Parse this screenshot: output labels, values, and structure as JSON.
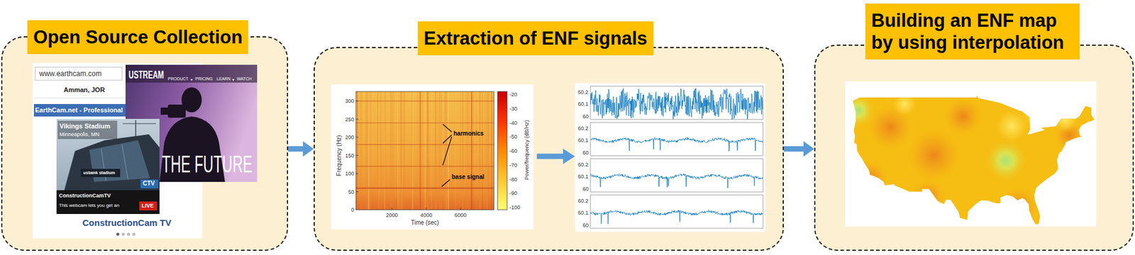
{
  "diagram": {
    "nodes": [
      {
        "text": [
          "Open Source Collection"
        ]
      },
      {
        "text": [
          "Extraction of ENF signals"
        ]
      },
      {
        "text": [
          "Building an ENF map by using interpolation"
        ]
      }
    ],
    "edges": [
      {
        "from": 0,
        "to": 1,
        "arrow": "to"
      },
      {
        "from": 1,
        "to": 2,
        "arrow": "to"
      }
    ],
    "labels": [
      "www.earthcam.com",
      "Amman, JOR",
      "EarthCam.net - Professional",
      "USTREAM",
      "PRODUCT",
      "PRICING",
      "LEARN",
      "WATCH",
      "THE FUTURE",
      "Vikings Stadium",
      "Minneapolis, MN",
      "usbank stadium",
      "CTV",
      "ConstructionCamTV",
      "This webcam lets you get an",
      "LIVE",
      "ConstructionCam TV",
      "300",
      "250",
      "200",
      "150",
      "100",
      "50",
      "0",
      "Frequency (Hz)",
      "2000",
      "4000",
      "6000",
      "Time (sec)",
      "-20",
      "-30",
      "-40",
      "-50",
      "-60",
      "-70",
      "-80",
      "-90",
      "-100",
      "Power/frequency (dB/Hz)",
      "harmonics",
      "base signal",
      "60.2",
      "60.1",
      "60",
      "60.2",
      "60.1",
      "60",
      "60.2",
      "60.1",
      "60",
      "60.2",
      "60.1",
      "60"
    ]
  }
}
